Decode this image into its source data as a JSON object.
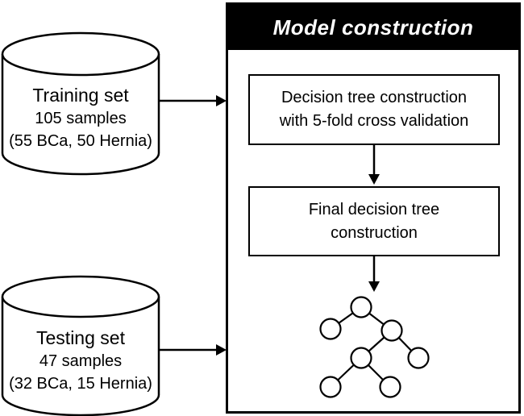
{
  "training_db": {
    "line1": "Training set",
    "line2": "105 samples",
    "line3": "(55 BCa, 50 Hernia)"
  },
  "testing_db": {
    "line1": "Testing set",
    "line2": "47 samples",
    "line3": "(32 BCa, 15 Hernia)"
  },
  "model_panel": {
    "title": "Model construction",
    "step1_line1": "Decision tree construction",
    "step1_line2": "with 5-fold cross validation",
    "step2_line1": "Final decision tree",
    "step2_line2": "construction"
  },
  "icons": {
    "training": "database-cylinder-icon",
    "testing": "database-cylinder-icon",
    "output": "decision-tree-icon"
  },
  "colors": {
    "header_bg": "#000000",
    "header_text": "#ffffff",
    "line": "#000000",
    "shape_fill": "#ffffff"
  }
}
